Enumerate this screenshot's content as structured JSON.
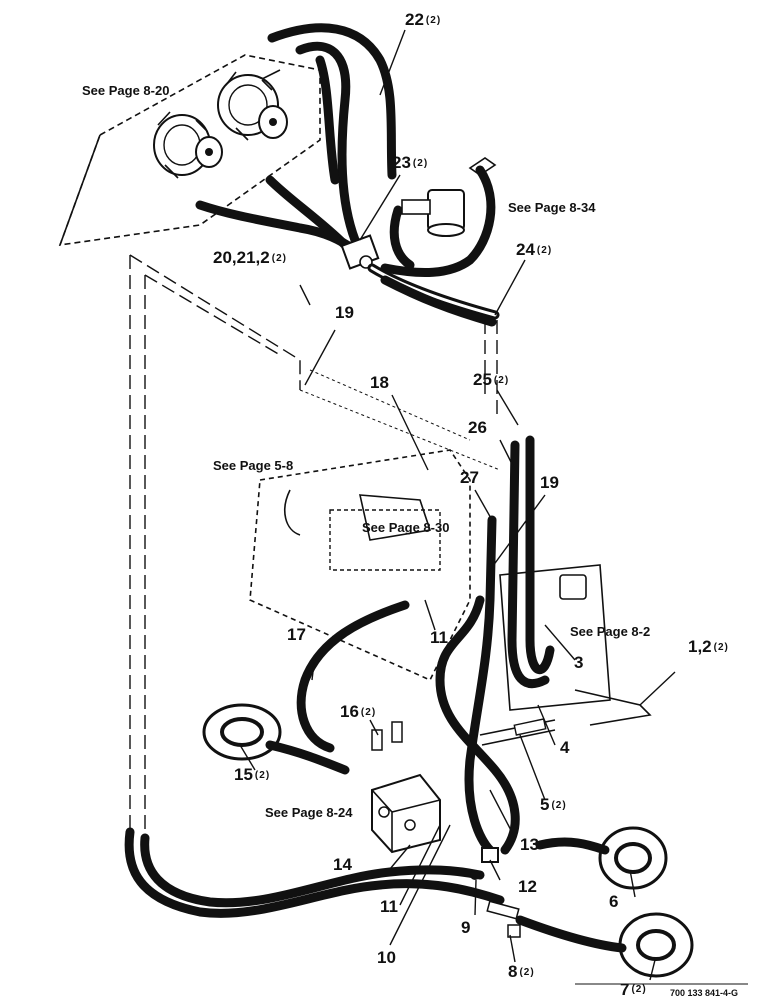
{
  "references": {
    "p820": "See Page 8-20",
    "p834": "See Page 8-34",
    "p58": "See Page 5-8",
    "p830": "See Page 8-30",
    "p82": "See Page 8-2",
    "p824": "See Page 8-24"
  },
  "callouts": {
    "c22": {
      "num": "22",
      "qty": "(2)"
    },
    "c23": {
      "num": "23",
      "qty": "(2)"
    },
    "c24": {
      "num": "24",
      "qty": "(2)"
    },
    "c20": {
      "num": "20,21,2",
      "qty": "(2)"
    },
    "c19a": {
      "num": "19"
    },
    "c18": {
      "num": "18"
    },
    "c25": {
      "num": "25",
      "qty": "(2)"
    },
    "c26": {
      "num": "26"
    },
    "c27": {
      "num": "27"
    },
    "c19b": {
      "num": "19"
    },
    "c11a": {
      "num": "11"
    },
    "c3": {
      "num": "3"
    },
    "c17": {
      "num": "17"
    },
    "c1": {
      "num": "1,2",
      "qty": "(2)"
    },
    "c16": {
      "num": "16",
      "qty": "(2)"
    },
    "c4": {
      "num": "4"
    },
    "c15": {
      "num": "15",
      "qty": "(2)"
    },
    "c5": {
      "num": "5",
      "qty": "(2)"
    },
    "c13": {
      "num": "13"
    },
    "c14": {
      "num": "14"
    },
    "c12": {
      "num": "12"
    },
    "c6": {
      "num": "6"
    },
    "c11b": {
      "num": "11"
    },
    "c9": {
      "num": "9"
    },
    "c10": {
      "num": "10"
    },
    "c8": {
      "num": "8",
      "qty": "(2)"
    },
    "c7": {
      "num": "7",
      "qty": "(2)"
    }
  },
  "figure_code": "700 133 841-4-G"
}
